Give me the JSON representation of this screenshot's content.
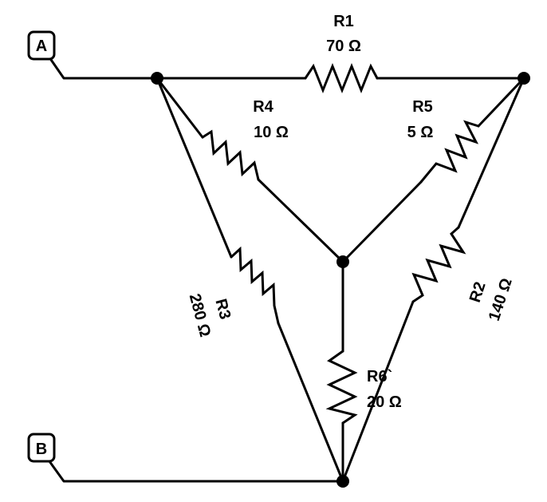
{
  "terminals": {
    "a": "A",
    "b": "B"
  },
  "resistors": {
    "r1": {
      "name": "R1",
      "value": "70 Ω"
    },
    "r2": {
      "name": "R2",
      "value": "140 Ω"
    },
    "r3": {
      "name": "R3",
      "value": "280 Ω"
    },
    "r4": {
      "name": "R4",
      "value": "10 Ω"
    },
    "r5": {
      "name": "R5",
      "value": "5 Ω"
    },
    "r6": {
      "name": "R6`",
      "value": "20 Ω"
    }
  }
}
